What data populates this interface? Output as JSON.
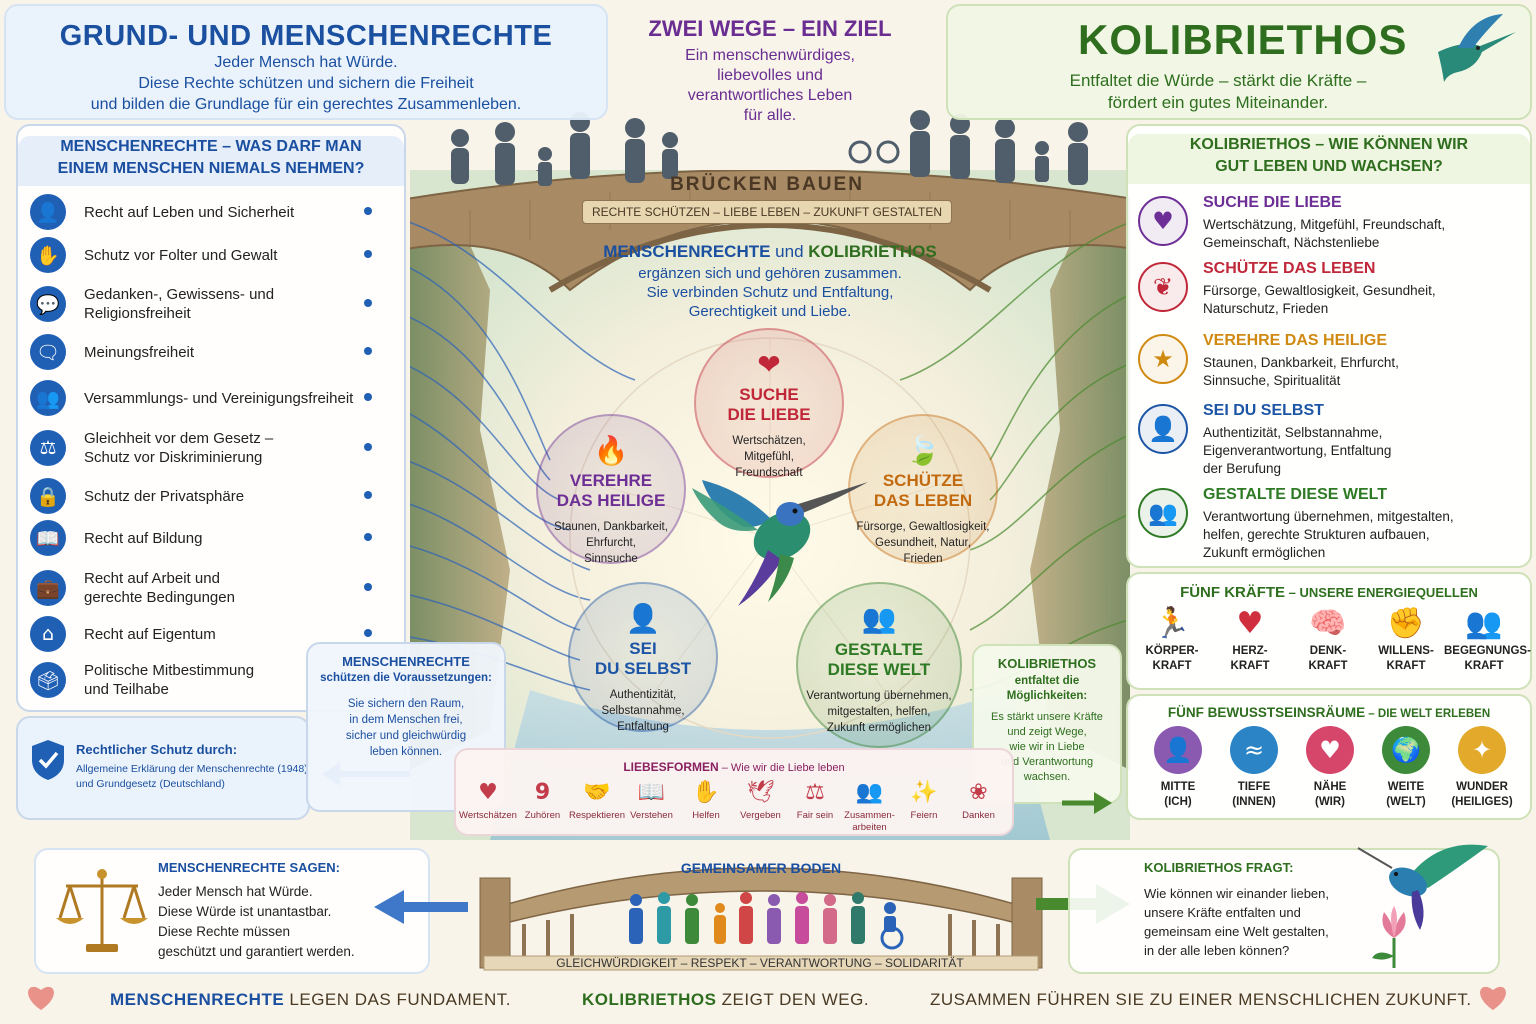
{
  "header_left": {
    "title": "GRUND- UND MENSCHENRECHTE",
    "text": "Jeder Mensch hat Würde.\nDiese Rechte schützen und sichern die Freiheit\nund bilden die Grundlage für ein gerechtes Zusammenleben."
  },
  "header_center": {
    "title": "ZWEI WEGE – EIN ZIEL",
    "text": "Ein menschenwürdiges,\nliebevolles und\nverantwortliches Leben\nfür alle."
  },
  "header_right": {
    "title": "KOLIBRIETHOS",
    "text": "Entfaltet die Würde – stärkt die Kräfte –\nfördert ein gutes Miteinander."
  },
  "bridge": {
    "title": "BRÜCKEN BAUEN",
    "subtitle": "RECHTE SCHÜTZEN – LIEBE LEBEN – ZUKUNFT GESTALTEN"
  },
  "center_intro": {
    "part1": "MENSCHENRECHTE",
    "and": " und ",
    "part2": "KOLIBRIETHOS",
    "text": "ergänzen sich und gehören zusammen.\nSie verbinden Schutz und Entfaltung,\nGerechtigkeit und Liebe."
  },
  "left_panel": {
    "title": "MENSCHENRECHTE – WAS DARF MAN\nEINEM MENSCHEN NIEMALS NEHMEN?",
    "items": [
      {
        "icon": "person-icon",
        "glyph": "👤",
        "label": "Recht auf Leben und Sicherheit"
      },
      {
        "icon": "hand-icon",
        "glyph": "✋",
        "label": "Schutz vor Folter und Gewalt"
      },
      {
        "icon": "thought-bubble-icon",
        "glyph": "💬",
        "label": "Gedanken-, Gewissens- und\nReligionsfreiheit"
      },
      {
        "icon": "speech-bubble-icon",
        "glyph": "🗨",
        "label": "Meinungsfreiheit"
      },
      {
        "icon": "group-icon",
        "glyph": "👥",
        "label": "Versammlungs- und Vereinigungsfreiheit"
      },
      {
        "icon": "scales-icon",
        "glyph": "⚖",
        "label": "Gleichheit vor dem Gesetz –\nSchutz vor Diskriminierung"
      },
      {
        "icon": "lock-icon",
        "glyph": "🔒",
        "label": "Schutz der Privatsphäre"
      },
      {
        "icon": "book-icon",
        "glyph": "📖",
        "label": "Recht auf Bildung"
      },
      {
        "icon": "briefcase-icon",
        "glyph": "💼",
        "label": "Recht auf Arbeit und\ngerechte Bedingungen"
      },
      {
        "icon": "house-icon",
        "glyph": "⌂",
        "label": "Recht auf Eigentum"
      },
      {
        "icon": "ballot-box-icon",
        "glyph": "🗳",
        "label": "Politische Mitbestimmung\nund Teilhabe"
      }
    ]
  },
  "legal": {
    "title": "Rechtlicher Schutz durch:",
    "text": "Allgemeine Erklärung der Menschenrechte (1948)\nund Grundgesetz (Deutschland)"
  },
  "rights_note": {
    "title": "MENSCHENRECHTE",
    "subtitle": "schützen die Voraussetzungen:",
    "text": "Sie sichern den Raum,\nin dem Menschen frei,\nsicher und gleichwürdig\nleben können."
  },
  "kolibri_note": {
    "title": "KOLIBRIETHOS",
    "subtitle": "entfaltet die\nMöglichkeiten:",
    "text": "Es stärkt unsere Kräfte\nund zeigt Wege,\nwie wir in Liebe\nund Verantwortung\nwachsen."
  },
  "circles": [
    {
      "key": "liebe",
      "icon": "heart-icon",
      "glyph": "❤",
      "title": "SUCHE\nDIE LIEBE",
      "text": "Wertschätzen,\nMitgefühl,\nFreundschaft",
      "color": "#c0283a"
    },
    {
      "key": "heilige",
      "icon": "flame-icon",
      "glyph": "🔥",
      "title": "VEREHRE\nDAS HEILIGE",
      "text": "Staunen, Dankbarkeit,\nEhrfurcht,\nSinnsuche",
      "color": "#6d2f95"
    },
    {
      "key": "leben",
      "icon": "leaf-icon",
      "glyph": "🍃",
      "title": "SCHÜTZE\nDAS LEBEN",
      "text": "Fürsorge, Gewaltlosigkeit,\nGesundheit, Natur,\nFrieden",
      "color": "#c26a10"
    },
    {
      "key": "selbst",
      "icon": "person-icon",
      "glyph": "👤",
      "title": "SEI\nDU SELBST",
      "text": "Authentizität,\nSelbstannahme,\nEntfaltung",
      "color": "#1d55a6"
    },
    {
      "key": "welt",
      "icon": "people-icon",
      "glyph": "👥",
      "title": "GESTALTE\nDIESE WELT",
      "text": "Verantwortung übernehmen,\nmitgestalten, helfen,\nZukunft ermöglichen",
      "color": "#2e7a25"
    }
  ],
  "right_panel": {
    "title": "KOLIBRIETHOS – WIE KÖNNEN WIR\nGUT LEBEN UND WACHSEN?",
    "items": [
      {
        "icon": "heart-icon",
        "glyph": "♥",
        "title": "SUCHE DIE LIEBE",
        "text": "Wertschätzung, Mitgefühl, Freundschaft,\nGemeinschaft, Nächstenliebe",
        "color": "#6d2f95"
      },
      {
        "icon": "plant-icon",
        "glyph": "❦",
        "title": "SCHÜTZE DAS LEBEN",
        "text": "Fürsorge, Gewaltlosigkeit, Gesundheit,\nNaturschutz, Frieden",
        "color": "#c0283a"
      },
      {
        "icon": "star-icon",
        "glyph": "★",
        "title": "VEREHRE DAS HEILIGE",
        "text": "Staunen, Dankbarkeit, Ehrfurcht,\nSinnsuche, Spiritualität",
        "color": "#d08a12"
      },
      {
        "icon": "person-icon",
        "glyph": "👤",
        "title": "SEI DU SELBST",
        "text": "Authentizität, Selbstannahme,\nEigenverantwortung, Entfaltung\nder Berufung",
        "color": "#1d55a6"
      },
      {
        "icon": "group-icon",
        "glyph": "👥",
        "title": "GESTALTE DIESE WELT",
        "text": "Verantwortung übernehmen, mitgestalten,\nhelfen, gerechte Strukturen aufbauen,\nZukunft ermöglichen",
        "color": "#2e7a25"
      }
    ]
  },
  "forces": {
    "title": "FÜNF KRÄFTE",
    "subtitle": " – UNSERE ENERGIEQUELLEN",
    "items": [
      {
        "icon": "runner-icon",
        "glyph": "🏃",
        "label": "KÖRPER-\nKRAFT",
        "color": "#c0283a"
      },
      {
        "icon": "heart-icon",
        "glyph": "♥",
        "label": "HERZ-\nKRAFT",
        "color": "#d0303e"
      },
      {
        "icon": "brain-icon",
        "glyph": "🧠",
        "label": "DENK-\nKRAFT",
        "color": "#1d55a6"
      },
      {
        "icon": "fist-icon",
        "glyph": "✊",
        "label": "WILLENS-\nKRAFT",
        "color": "#e0881a"
      },
      {
        "icon": "people-icon",
        "glyph": "👥",
        "label": "BEGEGNUNGS-\nKRAFT",
        "color": "#2b7a5a"
      }
    ]
  },
  "rooms": {
    "title": "FÜNF BEWUSSTSEINSRÄUME",
    "subtitle": " – DIE WELT ERLEBEN",
    "items": [
      {
        "icon": "person-icon",
        "glyph": "👤",
        "label": "MITTE\n(ICH)",
        "color": "#8a5ab0"
      },
      {
        "icon": "waves-icon",
        "glyph": "≈",
        "label": "TIEFE\n(INNEN)",
        "color": "#2b84c6"
      },
      {
        "icon": "heart-icon",
        "glyph": "♥",
        "label": "NÄHE\n(WIR)",
        "color": "#d6456a"
      },
      {
        "icon": "globe-icon",
        "glyph": "🌍",
        "label": "WEITE\n(WELT)",
        "color": "#3c8a3a"
      },
      {
        "icon": "sparkle-icon",
        "glyph": "✦",
        "label": "WUNDER\n(HEILIGES)",
        "color": "#e3a92a"
      }
    ]
  },
  "love_forms": {
    "title": "LIEBESFORMEN",
    "subtitle": " – Wie wir die Liebe leben",
    "items": [
      {
        "icon": "heart-icon",
        "glyph": "♥",
        "label": "Wertschätzen"
      },
      {
        "icon": "ear-icon",
        "glyph": "𝟵",
        "label": "Zuhören"
      },
      {
        "icon": "handshake-icon",
        "glyph": "🤝",
        "label": "Respektieren"
      },
      {
        "icon": "book-icon",
        "glyph": "📖",
        "label": "Verstehen"
      },
      {
        "icon": "helping-hand-icon",
        "glyph": "✋",
        "label": "Helfen"
      },
      {
        "icon": "dove-icon",
        "glyph": "🕊",
        "label": "Vergeben"
      },
      {
        "icon": "scales-icon",
        "glyph": "⚖",
        "label": "Fair sein"
      },
      {
        "icon": "group-icon",
        "glyph": "👥",
        "label": "Zusammen-\narbeiten"
      },
      {
        "icon": "sparkle-icon",
        "glyph": "✨",
        "label": "Feiern"
      },
      {
        "icon": "flower-icon",
        "glyph": "❀",
        "label": "Danken"
      }
    ]
  },
  "rights_say": {
    "title": "MENSCHENRECHTE SAGEN:",
    "text": "Jeder Mensch hat Würde.\nDiese Würde ist unantastbar.\nDiese Rechte müssen\ngeschützt und garantiert werden."
  },
  "common_ground": {
    "title": "GEMEINSAMER BODEN",
    "text": "GLEICHWÜRDIGKEIT – RESPEKT – VERANTWORTUNG – SOLIDARITÄT"
  },
  "kolibri_asks": {
    "title": "KOLIBRIETHOS FRAGT:",
    "text": "Wie können wir einander lieben,\nunsere Kräfte entfalten und\ngemeinsam eine Welt gestalten,\nin der alle leben können?"
  },
  "footer": {
    "part1_bold": "MENSCHENRECHTE",
    "part1": " LEGEN DAS FUNDAMENT.",
    "part2_bold": "KOLIBRIETHOS",
    "part2": " ZEIGT DEN WEG.",
    "part3": "ZUSAMMEN FÜHREN SIE ZU EINER MENSCHLICHEN ZUKUNFT."
  },
  "colors": {
    "blue": "#1b4fa0",
    "green": "#2e6e1e",
    "purple": "#6a2d91",
    "bridge_stone": "#a88a64"
  }
}
